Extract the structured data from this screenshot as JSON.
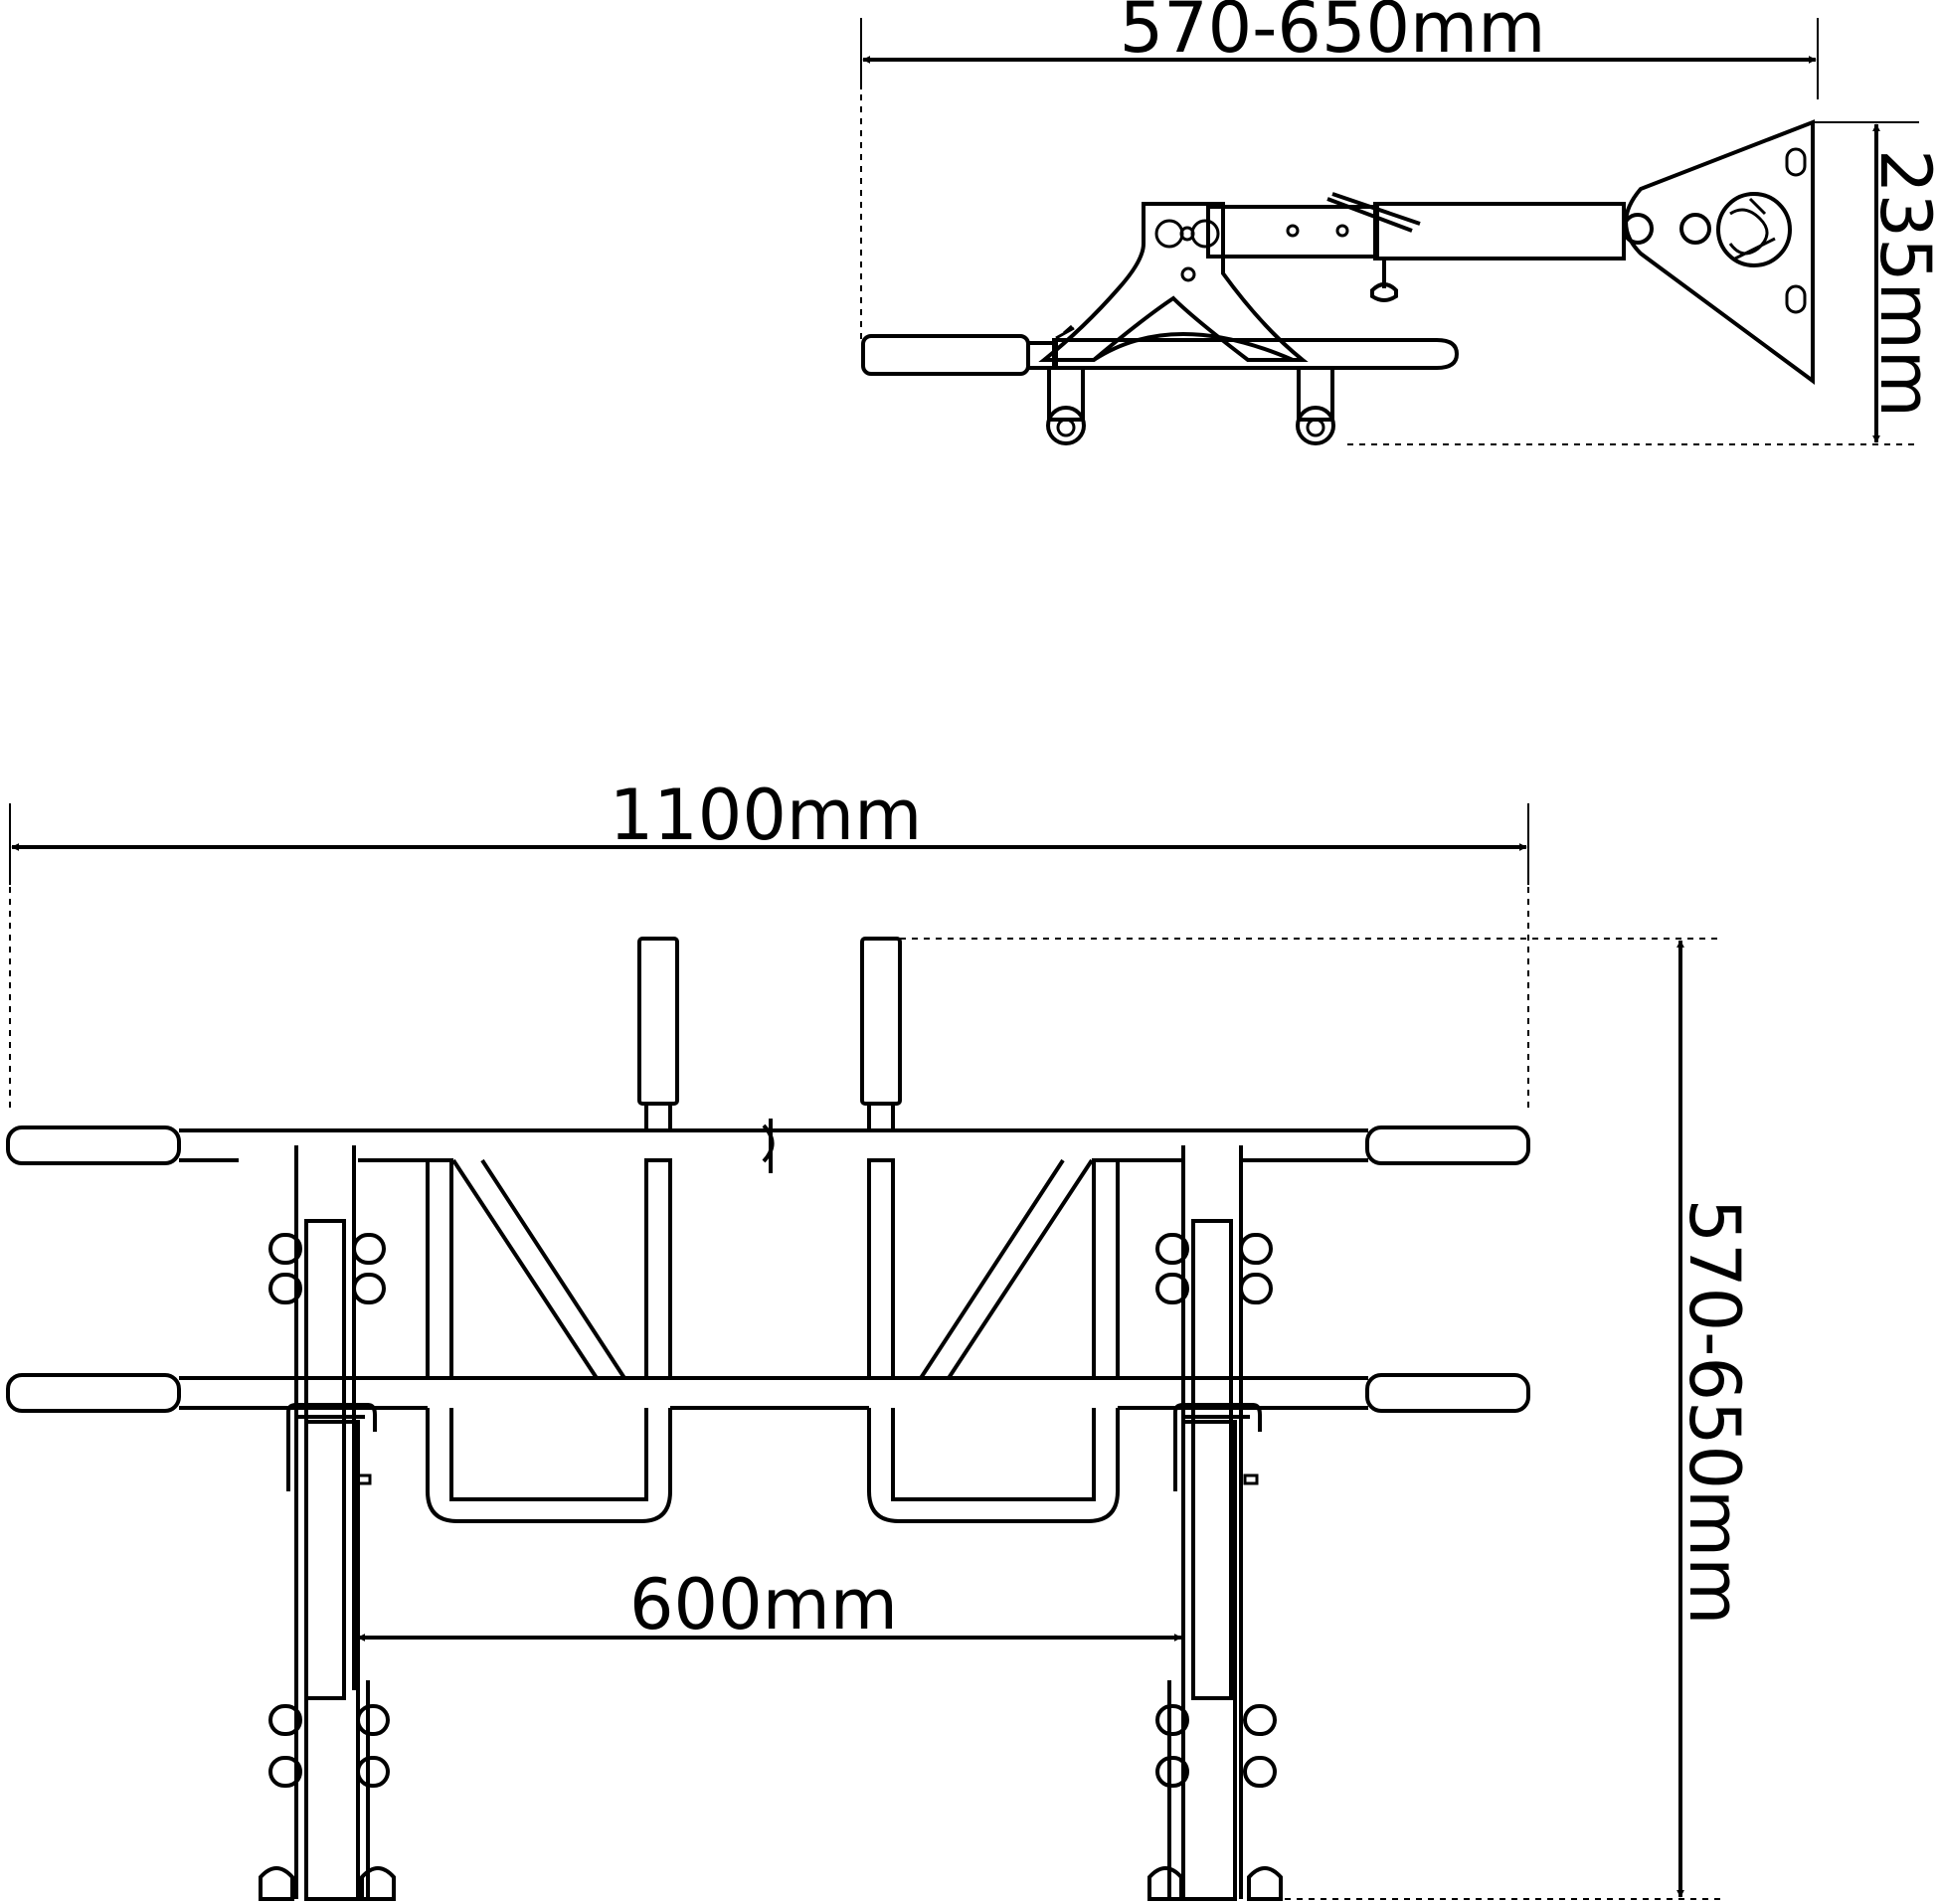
{
  "dimensions": {
    "side_width": "570-650mm",
    "side_height": "235mm",
    "front_width": "1100mm",
    "front_height": "570-650mm",
    "bracket_spacing": "600mm"
  },
  "colors": {
    "line": "#000000",
    "background": "#ffffff"
  }
}
